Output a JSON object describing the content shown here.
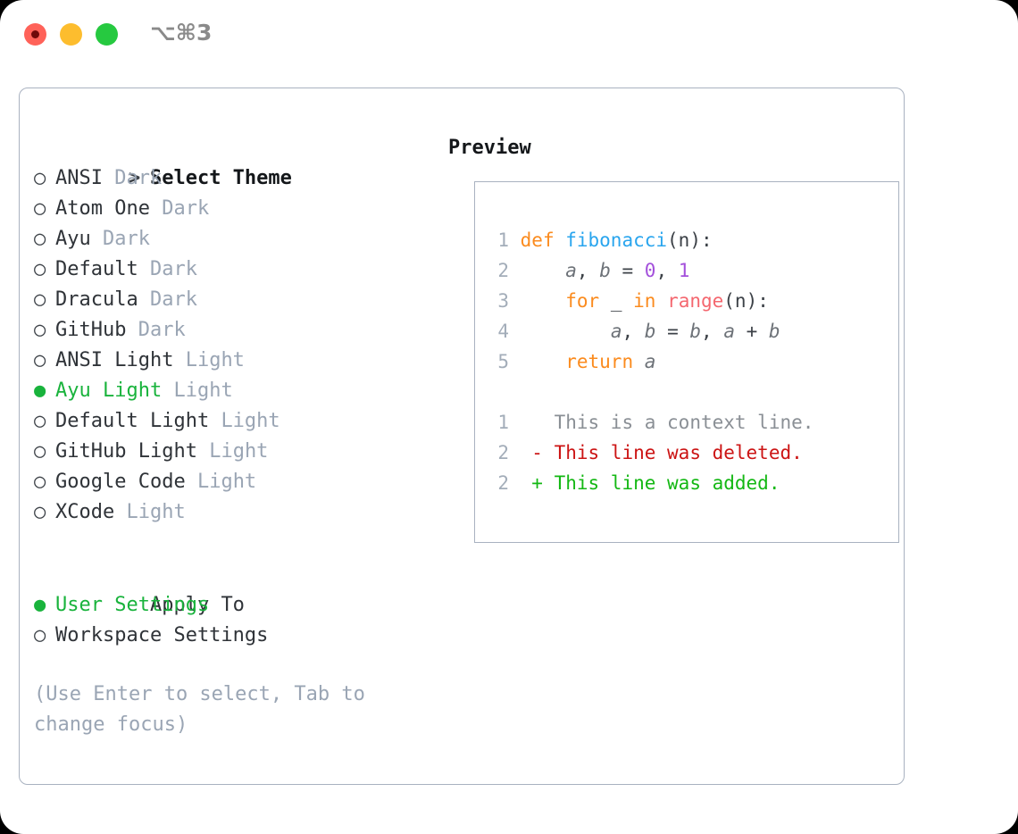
{
  "titlebar": {
    "shortcut": "⌥⌘3",
    "controls": [
      {
        "name": "close",
        "color": "#ff6259"
      },
      {
        "name": "minimize",
        "color": "#fdbd2e"
      },
      {
        "name": "maximize",
        "color": "#26c940"
      }
    ]
  },
  "select_theme": {
    "prompt": ">",
    "header": "Select Theme",
    "items": [
      {
        "marker": "○",
        "label": "ANSI",
        "tag": "Dark",
        "selected": false
      },
      {
        "marker": "○",
        "label": "Atom One",
        "tag": "Dark",
        "selected": false
      },
      {
        "marker": "○",
        "label": "Ayu",
        "tag": "Dark",
        "selected": false
      },
      {
        "marker": "○",
        "label": "Default",
        "tag": "Dark",
        "selected": false
      },
      {
        "marker": "○",
        "label": "Dracula",
        "tag": "Dark",
        "selected": false
      },
      {
        "marker": "○",
        "label": "GitHub",
        "tag": "Dark",
        "selected": false
      },
      {
        "marker": "○",
        "label": "ANSI Light",
        "tag": "Light",
        "selected": false
      },
      {
        "marker": "●",
        "label": "Ayu Light",
        "tag": "Light",
        "selected": true
      },
      {
        "marker": "○",
        "label": "Default Light",
        "tag": "Light",
        "selected": false
      },
      {
        "marker": "○",
        "label": "GitHub Light",
        "tag": "Light",
        "selected": false
      },
      {
        "marker": "○",
        "label": "Google Code",
        "tag": "Light",
        "selected": false
      },
      {
        "marker": "○",
        "label": "XCode",
        "tag": "Light",
        "selected": false
      }
    ]
  },
  "apply_to": {
    "header": "Apply To",
    "items": [
      {
        "marker": "●",
        "label": "User Settings",
        "selected": true
      },
      {
        "marker": "○",
        "label": "Workspace Settings",
        "selected": false
      }
    ]
  },
  "help_text": "(Use Enter to select, Tab to change focus)",
  "preview": {
    "title": "Preview",
    "code_lines": [
      {
        "number": "1",
        "tokens": [
          {
            "text": "def ",
            "kind": "kw"
          },
          {
            "text": "fibonacci",
            "kind": "fn"
          },
          {
            "text": "(n):",
            "kind": "pn"
          }
        ]
      },
      {
        "number": "2",
        "tokens": [
          {
            "text": "    ",
            "kind": "pn"
          },
          {
            "text": "a",
            "kind": "id"
          },
          {
            "text": ", ",
            "kind": "pn"
          },
          {
            "text": "b",
            "kind": "id"
          },
          {
            "text": " = ",
            "kind": "pn"
          },
          {
            "text": "0",
            "kind": "num"
          },
          {
            "text": ", ",
            "kind": "pn"
          },
          {
            "text": "1",
            "kind": "num"
          }
        ]
      },
      {
        "number": "3",
        "tokens": [
          {
            "text": "    ",
            "kind": "pn"
          },
          {
            "text": "for",
            "kind": "kw"
          },
          {
            "text": " _ ",
            "kind": "pn"
          },
          {
            "text": "in",
            "kind": "kw"
          },
          {
            "text": " ",
            "kind": "pn"
          },
          {
            "text": "range",
            "kind": "bi"
          },
          {
            "text": "(n):",
            "kind": "pn"
          }
        ]
      },
      {
        "number": "4",
        "tokens": [
          {
            "text": "        ",
            "kind": "pn"
          },
          {
            "text": "a",
            "kind": "id"
          },
          {
            "text": ", ",
            "kind": "pn"
          },
          {
            "text": "b",
            "kind": "id"
          },
          {
            "text": " = ",
            "kind": "pn"
          },
          {
            "text": "b",
            "kind": "id"
          },
          {
            "text": ", ",
            "kind": "pn"
          },
          {
            "text": "a",
            "kind": "id"
          },
          {
            "text": " + ",
            "kind": "pn"
          },
          {
            "text": "b",
            "kind": "id"
          }
        ]
      },
      {
        "number": "5",
        "tokens": [
          {
            "text": "    ",
            "kind": "pn"
          },
          {
            "text": "return",
            "kind": "kw"
          },
          {
            "text": " ",
            "kind": "pn"
          },
          {
            "text": "a",
            "kind": "id"
          }
        ]
      }
    ],
    "diff_lines": [
      {
        "number": "1",
        "sign": " ",
        "text": " This is a context line.",
        "kind": "diff-ctx"
      },
      {
        "number": "2",
        "sign": "-",
        "text": " This line was deleted.",
        "kind": "diff-del"
      },
      {
        "number": "2",
        "sign": "+",
        "text": " This line was added.",
        "kind": "diff-add"
      }
    ]
  },
  "colors": {
    "accent_green": "#19b33c",
    "tag_gray": "#9aa5b4",
    "border": "#a9b2c0",
    "keyword_orange": "#fb8b1e",
    "function_blue": "#29a5ee",
    "number_purple": "#a350db",
    "builtin_red": "#f4676f",
    "diff_add_green": "#14b814",
    "diff_del_red": "#cc1414"
  }
}
